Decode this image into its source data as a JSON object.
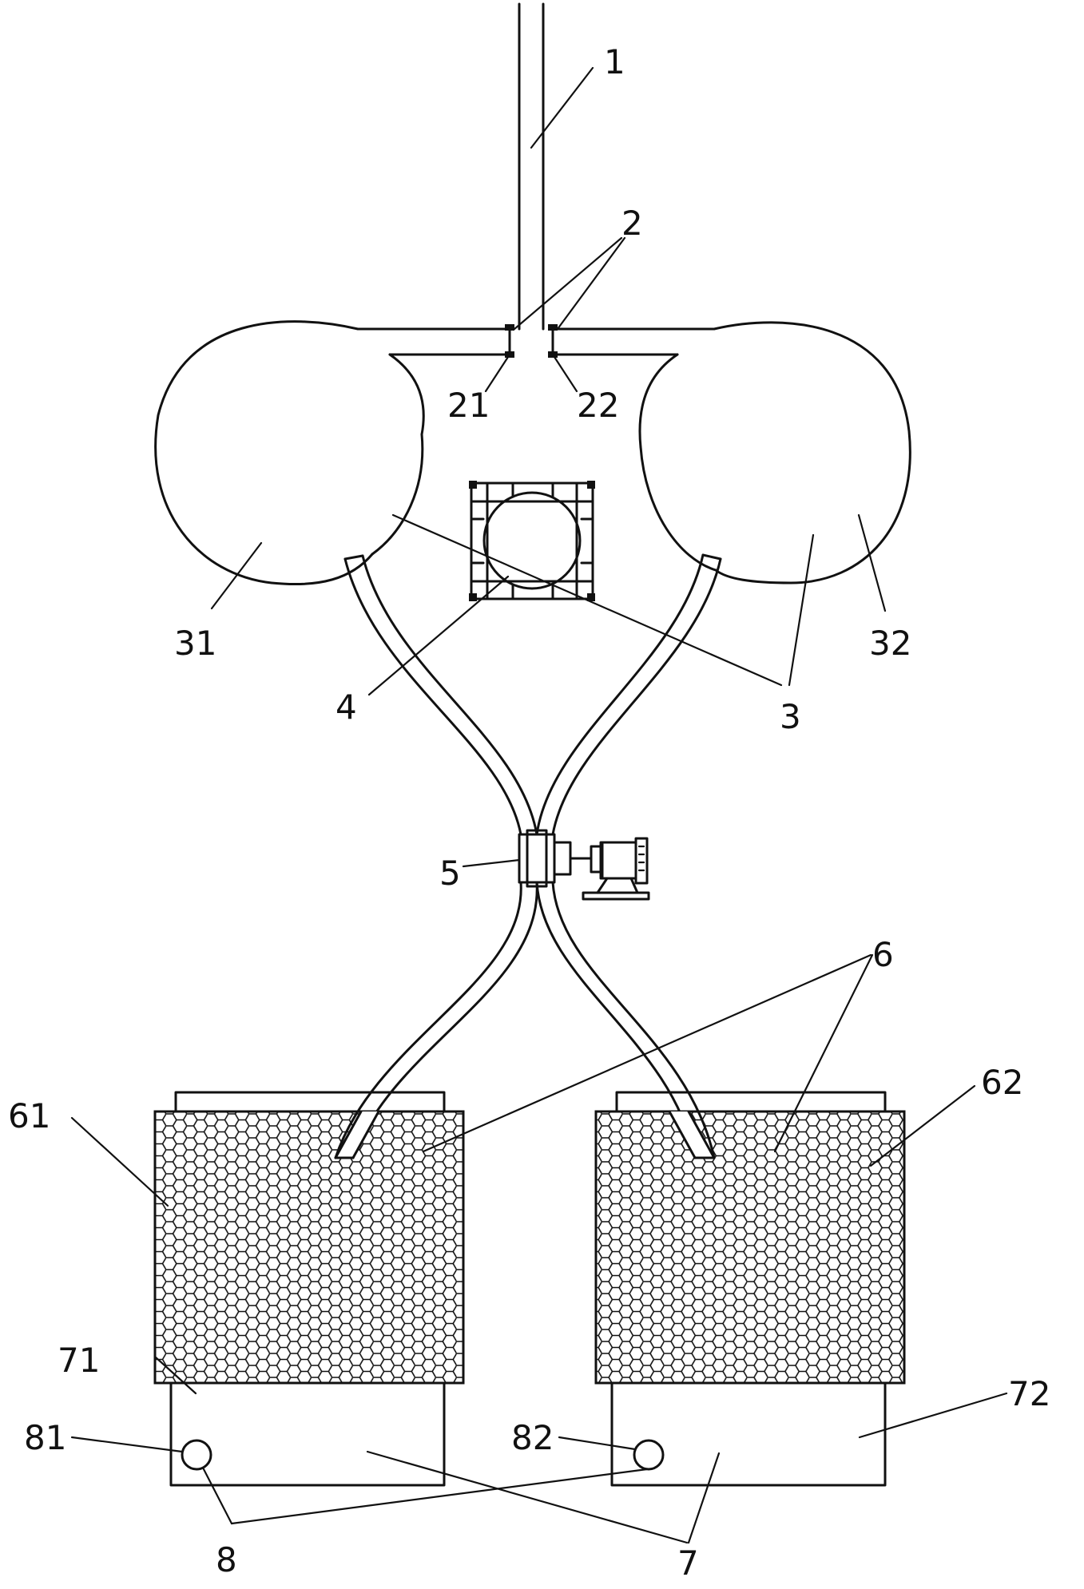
{
  "labels": {
    "l1": "1",
    "l2": "2",
    "l21": "21",
    "l22": "22",
    "l3": "3",
    "l31": "31",
    "l32": "32",
    "l4": "4",
    "l5": "5",
    "l6": "6",
    "l61": "61",
    "l62": "62",
    "l7": "7",
    "l71": "71",
    "l72": "72",
    "l8": "8",
    "l81": "81",
    "l82": "82"
  }
}
